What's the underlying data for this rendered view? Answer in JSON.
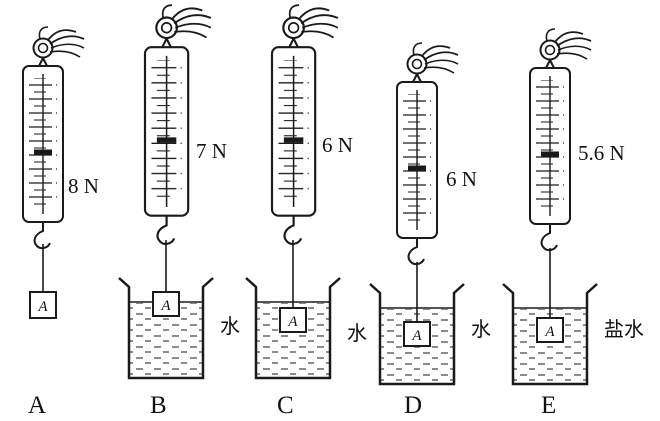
{
  "figure": {
    "background": "#ffffff",
    "ink_color": "#1a1a1a",
    "description_visible_text_only": true,
    "setups": [
      {
        "caption": "A",
        "reading": "8 N",
        "object_label": "A",
        "liquid_label": "",
        "object_position": "hanging-in-air"
      },
      {
        "caption": "B",
        "reading": "7 N",
        "object_label": "A",
        "liquid_label": "水",
        "object_position": "partially-submerged"
      },
      {
        "caption": "C",
        "reading": "6 N",
        "object_label": "A",
        "liquid_label": "水",
        "object_position": "fully-submerged-shallow"
      },
      {
        "caption": "D",
        "reading": "6 N",
        "object_label": "A",
        "liquid_label": "水",
        "object_position": "fully-submerged-deep"
      },
      {
        "caption": "E",
        "reading": "5.6 N",
        "object_label": "A",
        "liquid_label": "盐水",
        "object_position": "fully-submerged-saltwater"
      }
    ]
  }
}
